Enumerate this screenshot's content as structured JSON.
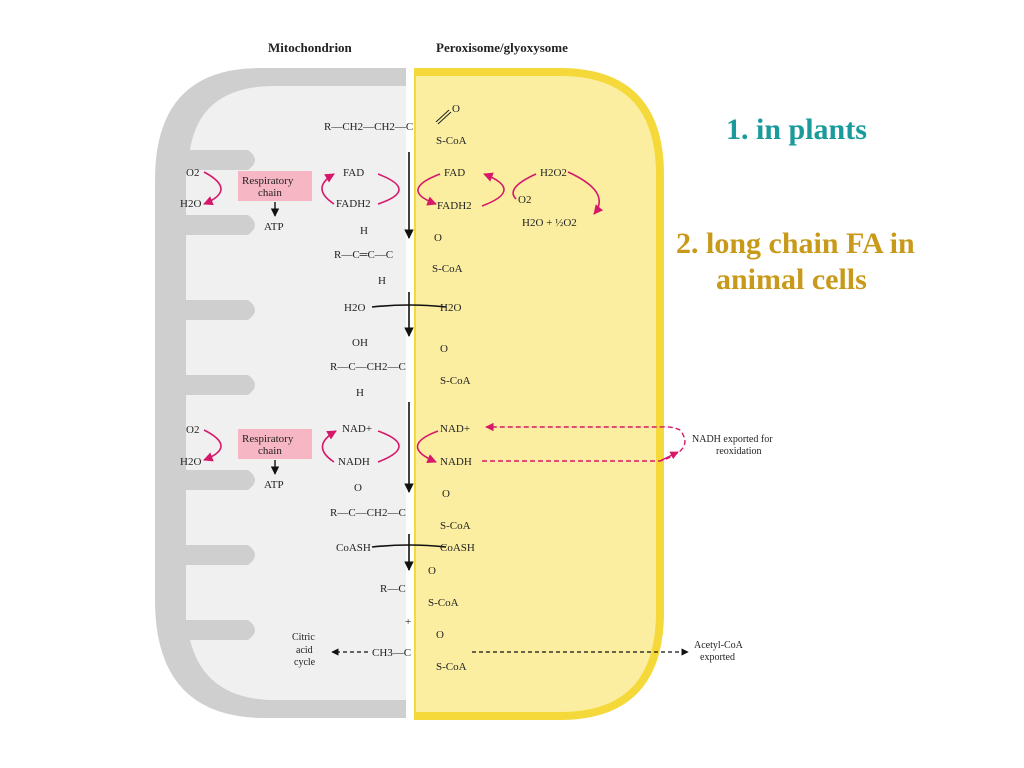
{
  "headers": {
    "left": "Mitochondrion",
    "right": "Peroxisome/glyoxysome"
  },
  "colors": {
    "mito_outer": "#cfcfcf",
    "mito_inner": "#f0f0f0",
    "perox_border": "#f5d83a",
    "perox_fill": "#fbeea0",
    "arrow_magenta": "#d6186a",
    "resp_box": "#f7b6c4",
    "note1": "#1a9a9a",
    "note2": "#c99a1a"
  },
  "labels": {
    "o2": "O2",
    "h2o": "H2O",
    "respiratory": "Respiratory",
    "chain": "chain",
    "atp": "ATP",
    "fad": "FAD",
    "fadh2": "FADH2",
    "h2o2": "H2O2",
    "h2o_half_o2": "H2O + ½O2",
    "nad": "NAD+",
    "nadh": "NADH",
    "nadh_exported_1": "NADH exported for",
    "nadh_exported_2": "reoxidation",
    "coash": "CoASH",
    "citric_1": "Citric",
    "citric_2": "acid",
    "citric_3": "cycle",
    "acetyl_1": "Acetyl-CoA",
    "acetyl_2": "exported",
    "plus": "+"
  },
  "chem": {
    "acyl_r": "R—CH2—CH2—C",
    "enoyl_r": "R—C═C—C",
    "hydroxy_r": "R—C—CH2—C",
    "keto_r": "R—C—CH2—C",
    "acyl_short": "R—C",
    "acetyl": "CH3—C",
    "scoa": "S-CoA",
    "o": "O",
    "h": "H",
    "oh": "OH"
  },
  "notes": {
    "note1": "1. in plants",
    "note2_line1": "2. long chain FA in",
    "note2_line2": "animal cells"
  }
}
